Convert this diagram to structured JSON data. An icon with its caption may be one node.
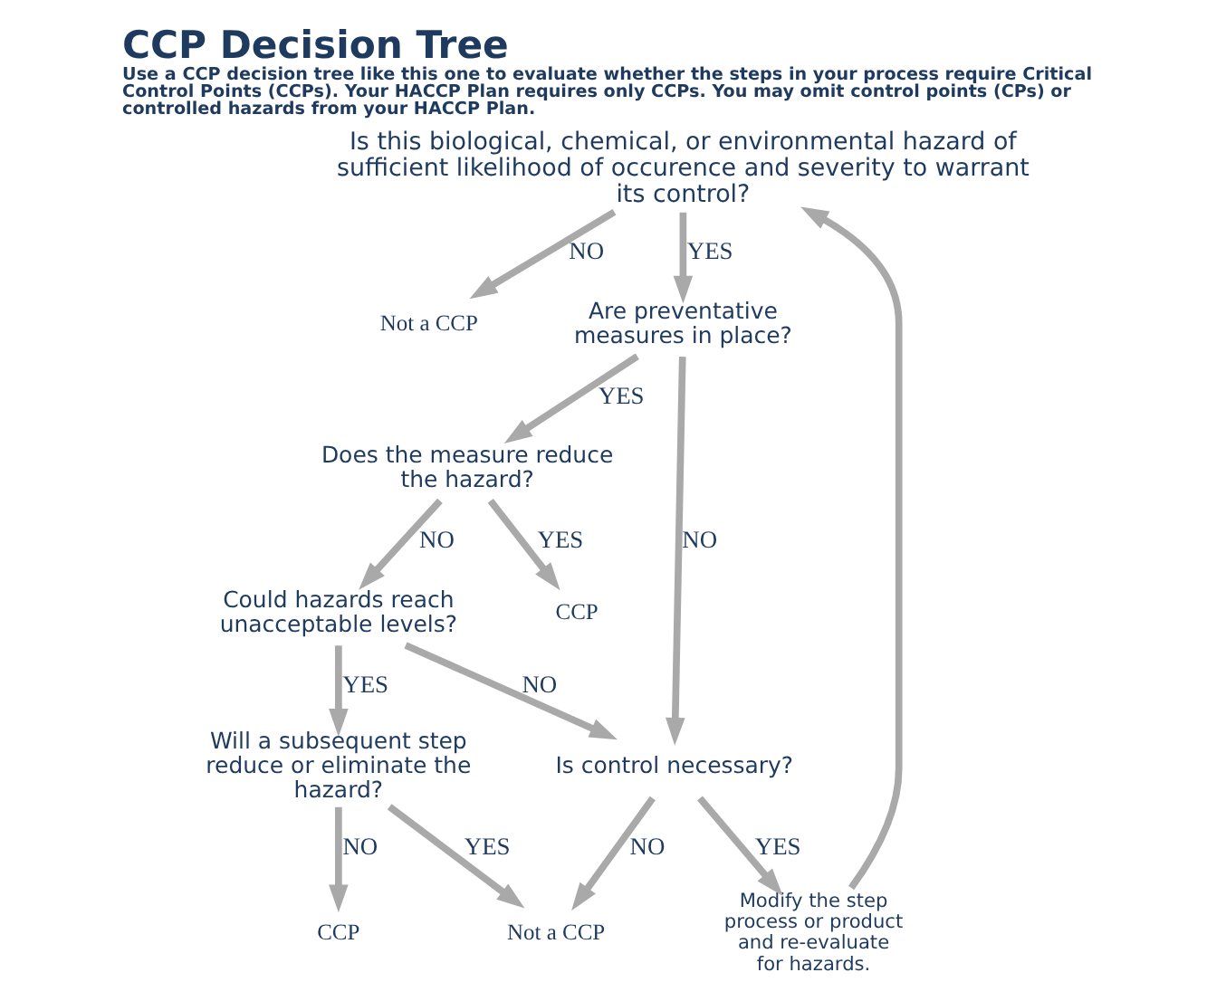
{
  "diagram": {
    "title": "CCP Decision Tree",
    "caption": "Use a CCP decision tree like this one to evaluate whether the steps in your process require Critical Control Points (CCPs). Your HACCP Plan requires only CCPs. You may omit control points (CPs) or controlled hazards from your HACCP Plan.",
    "nodes": [
      {
        "text": [
          "Is this biological, chemical, or environmental hazard of sufficient likelihood of occurence and severity to warrant its control?"
        ]
      },
      {
        "text": [
          "Not a CCP"
        ]
      },
      {
        "text": [
          "Are preventative measures in place?"
        ]
      },
      {
        "text": [
          "Is control necessary?"
        ]
      },
      {
        "text": [
          "Modify the step process or product and re-evaluate for hazards."
        ]
      },
      {
        "text": [
          "Does the measure reduce the hazard?"
        ]
      },
      {
        "text": [
          "CCP"
        ]
      },
      {
        "text": [
          "Could hazards reach unacceptable levels?"
        ]
      },
      {
        "text": [
          "Will a subsequent step reduce or eliminate the hazard?"
        ]
      },
      {
        "text": [
          "Not a CCP"
        ]
      },
      {
        "text": [
          "CCP"
        ]
      }
    ],
    "edges": [
      {
        "from": 0,
        "to": 2,
        "arrow": "to",
        "label": "YES"
      },
      {
        "from": 0,
        "to": 1,
        "arrow": "to",
        "label": "NO"
      },
      {
        "from": 2,
        "to": 3,
        "arrow": "to",
        "label": "NO"
      },
      {
        "from": 2,
        "to": 5,
        "arrow": "to",
        "label": "YES"
      },
      {
        "from": 3,
        "to": 4,
        "arrow": "to",
        "label": "YES"
      },
      {
        "from": 4,
        "to": 0,
        "arrow": "to"
      },
      {
        "from": 3,
        "to": 9,
        "arrow": "to",
        "label": "NO"
      },
      {
        "from": 5,
        "to": 7,
        "arrow": "to",
        "label": "NO"
      },
      {
        "from": 5,
        "to": 6,
        "arrow": "to",
        "label": "YES"
      },
      {
        "from": 7,
        "to": 3,
        "arrow": "to",
        "label": "NO"
      },
      {
        "from": 7,
        "to": 8,
        "arrow": "to",
        "label": "YES"
      },
      {
        "from": 8,
        "to": 9,
        "arrow": "to",
        "label": "YES"
      },
      {
        "from": 8,
        "to": 10,
        "arrow": "to",
        "label": "NO"
      }
    ]
  }
}
